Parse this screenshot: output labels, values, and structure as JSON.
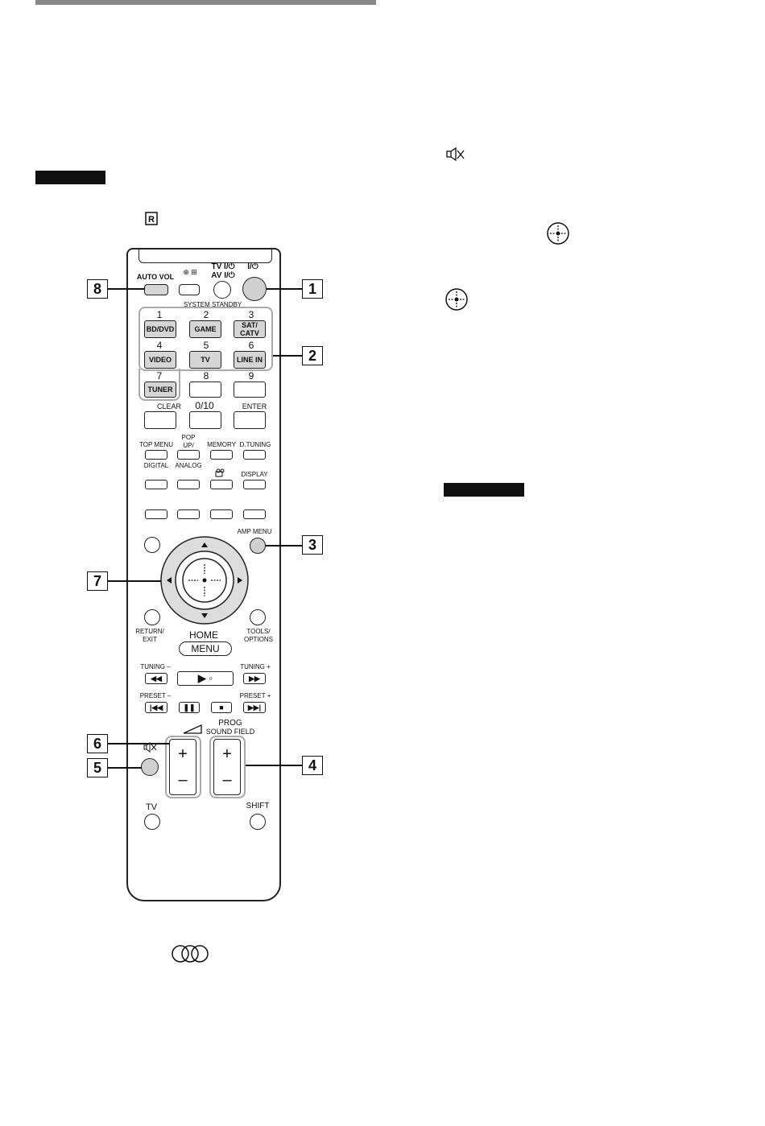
{
  "remote": {
    "top_row": {
      "auto_vol": "AUTO VOL",
      "input": "⊕ ⊞",
      "tv_power": "TV I/⏻",
      "av_power": "AV I/⏻",
      "system_power": "I/⏻",
      "system_standby": "SYSTEM STANDBY"
    },
    "numbers": [
      {
        "num": "1",
        "label": "BD/DVD"
      },
      {
        "num": "2",
        "label": "GAME"
      },
      {
        "num": "3",
        "label": "SAT/ CATV"
      },
      {
        "num": "4",
        "label": "VIDEO"
      },
      {
        "num": "5",
        "label": "TV"
      },
      {
        "num": "6",
        "label": "LINE IN"
      },
      {
        "num": "7",
        "label": "TUNER"
      },
      {
        "num": "8",
        "label": ""
      },
      {
        "num": "9",
        "label": ""
      }
    ],
    "row_clear": {
      "clear": "CLEAR",
      "zero": "0/10",
      "enter": "ENTER"
    },
    "row_menu": {
      "top_menu": "TOP MENU",
      "popup": "POP UP/ MENU",
      "memory": "MEMORY",
      "dtuning": "D.TUNING"
    },
    "row_digital": {
      "digital": "DIGITAL",
      "analog": "ANALOG",
      "display": "DISPLAY"
    },
    "amp_menu": "AMP MENU",
    "return": "RETURN/ EXIT",
    "tools": "TOOLS/ OPTIONS",
    "home": "HOME",
    "menu": "MENU",
    "tuning_minus": "TUNING –",
    "tuning_plus": "TUNING +",
    "preset_minus": "PRESET –",
    "preset_plus": "PRESET +",
    "prog": "PROG",
    "sound_field": "SOUND FIELD",
    "plus": "+",
    "minus": "–",
    "tv": "TV",
    "shift": "SHIFT"
  },
  "callouts": [
    "1",
    "2",
    "3",
    "4",
    "5",
    "6",
    "7",
    "8"
  ]
}
